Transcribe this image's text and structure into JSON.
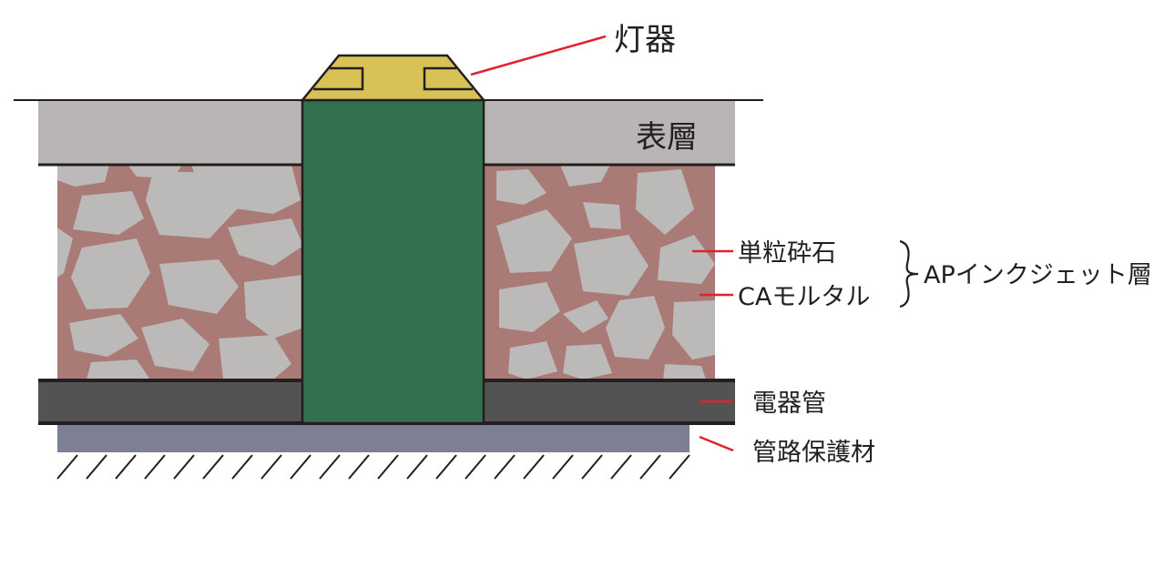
{
  "labels": {
    "fixture": "灯器",
    "surface_layer": "表層",
    "single_crushed_stone": "単粒砕石",
    "ca_mortar": "CAモルタル",
    "ap_inkjet_layer": "APインクジェット層",
    "conduit": "電器管",
    "conduit_protection": "管路保護材"
  },
  "colors": {
    "fixture": "#d9c255",
    "surface": "#b9b5b5",
    "mortar": "#a97a76",
    "stone": "#bcb9b9",
    "pillar": "#33704d",
    "conduit": "#545353",
    "protection": "#7d8095",
    "leader": "#e0222e",
    "outline": "#231f20"
  }
}
